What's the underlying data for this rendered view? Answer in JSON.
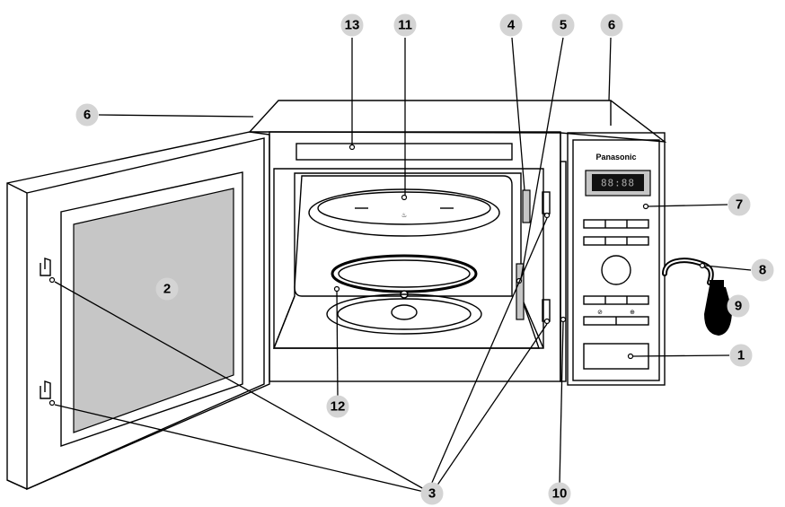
{
  "brand": "Panasonic",
  "display_text": "88:88",
  "colors": {
    "outline": "#000000",
    "window_gray": "#c6c6c6",
    "callout_fill": "#d4d4d4",
    "display_bg": "#111111"
  },
  "callouts": {
    "c1": "1",
    "c2": "2",
    "c3": "3",
    "c4": "4",
    "c5": "5",
    "c6a": "6",
    "c6b": "6",
    "c7": "7",
    "c8": "8",
    "c9": "9",
    "c10": "10",
    "c11": "11",
    "c12": "12",
    "c13": "13"
  }
}
